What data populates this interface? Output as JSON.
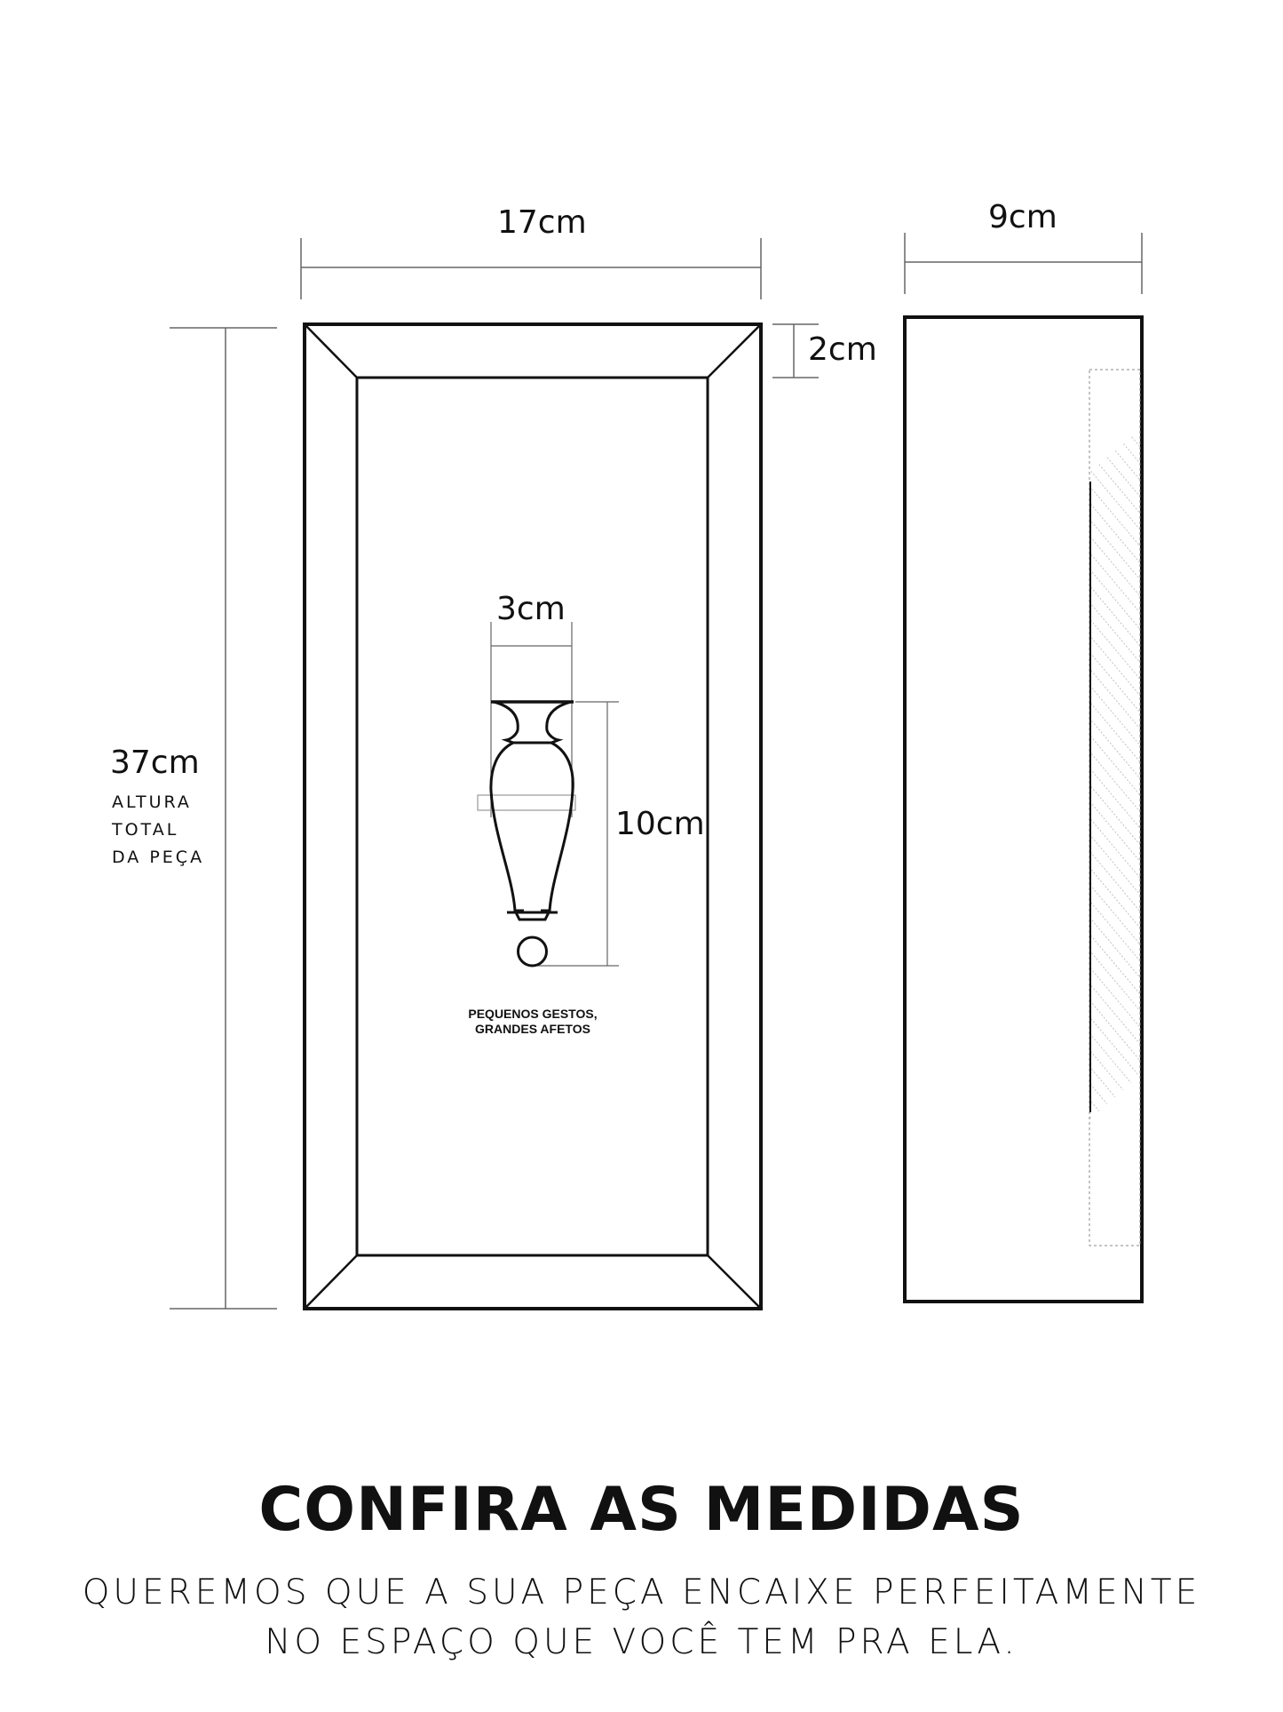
{
  "dimensions": {
    "front_width": "17cm",
    "side_depth": "9cm",
    "frame_border": "2cm",
    "total_height": "37cm",
    "total_height_caption": [
      "ALTURA",
      "TOTAL",
      "DA PEÇA"
    ],
    "object_width": "3cm",
    "object_height": "10cm"
  },
  "artwork": {
    "caption_lines": [
      "PEQUENOS GESTOS,",
      "GRANDES AFETOS"
    ]
  },
  "footer": {
    "title": "CONFIRA AS MEDIDAS",
    "subtitle_lines": [
      "QUEREMOS QUE A SUA PEÇA ENCAIXE PERFEITAMENTE",
      "NO ESPAÇO QUE VOCÊ TEM PRA ELA."
    ]
  },
  "colors": {
    "stroke": "#111111",
    "dimension_line": "#666666",
    "hatch": "#9a9a9a",
    "background": "#ffffff"
  }
}
